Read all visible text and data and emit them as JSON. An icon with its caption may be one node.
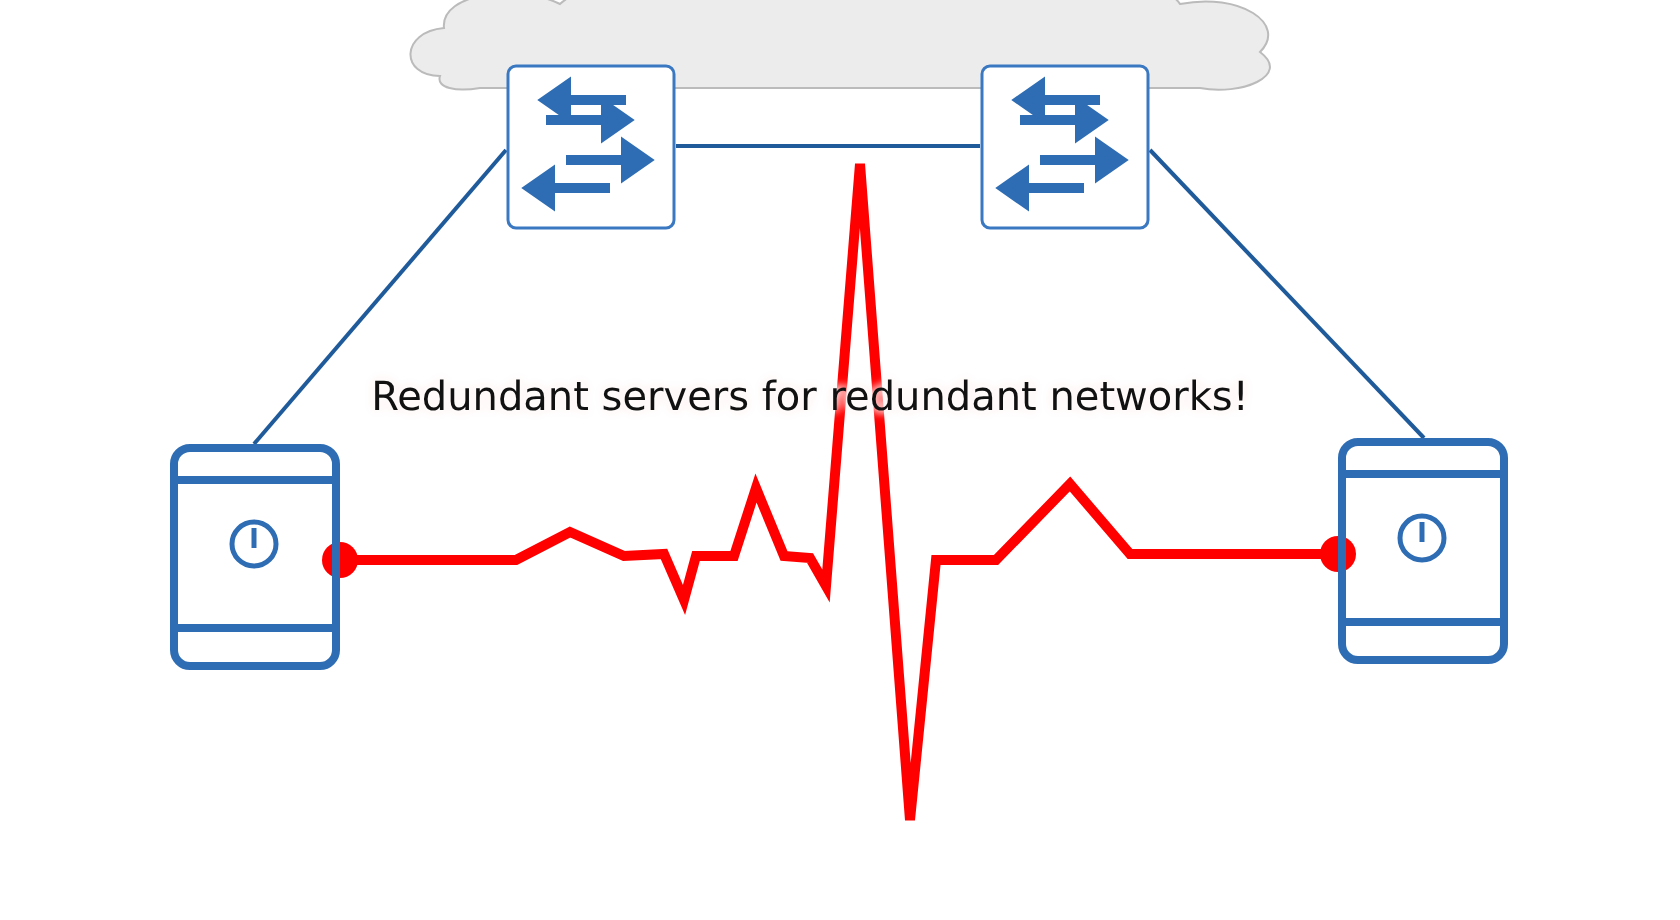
{
  "diagram": {
    "nodes": [
      {
        "text": [],
        "shape": "cloud"
      },
      {
        "text": [],
        "shape": "picture"
      },
      {
        "text": [],
        "shape": "picture"
      },
      {
        "text": [],
        "shape": "picture"
      },
      {
        "text": [],
        "shape": "picture"
      }
    ],
    "edges": [
      {
        "from": 1,
        "to": 2,
        "arrow": "none"
      },
      {
        "from": 1,
        "to": 3,
        "arrow": "none"
      },
      {
        "from": 2,
        "to": 4,
        "arrow": "none"
      },
      {
        "from": 3,
        "to": 4,
        "arrow": "other",
        "style": "thick",
        "color": "#ff0000"
      }
    ],
    "labels": [
      "Redundant servers for redundant networks!"
    ]
  }
}
